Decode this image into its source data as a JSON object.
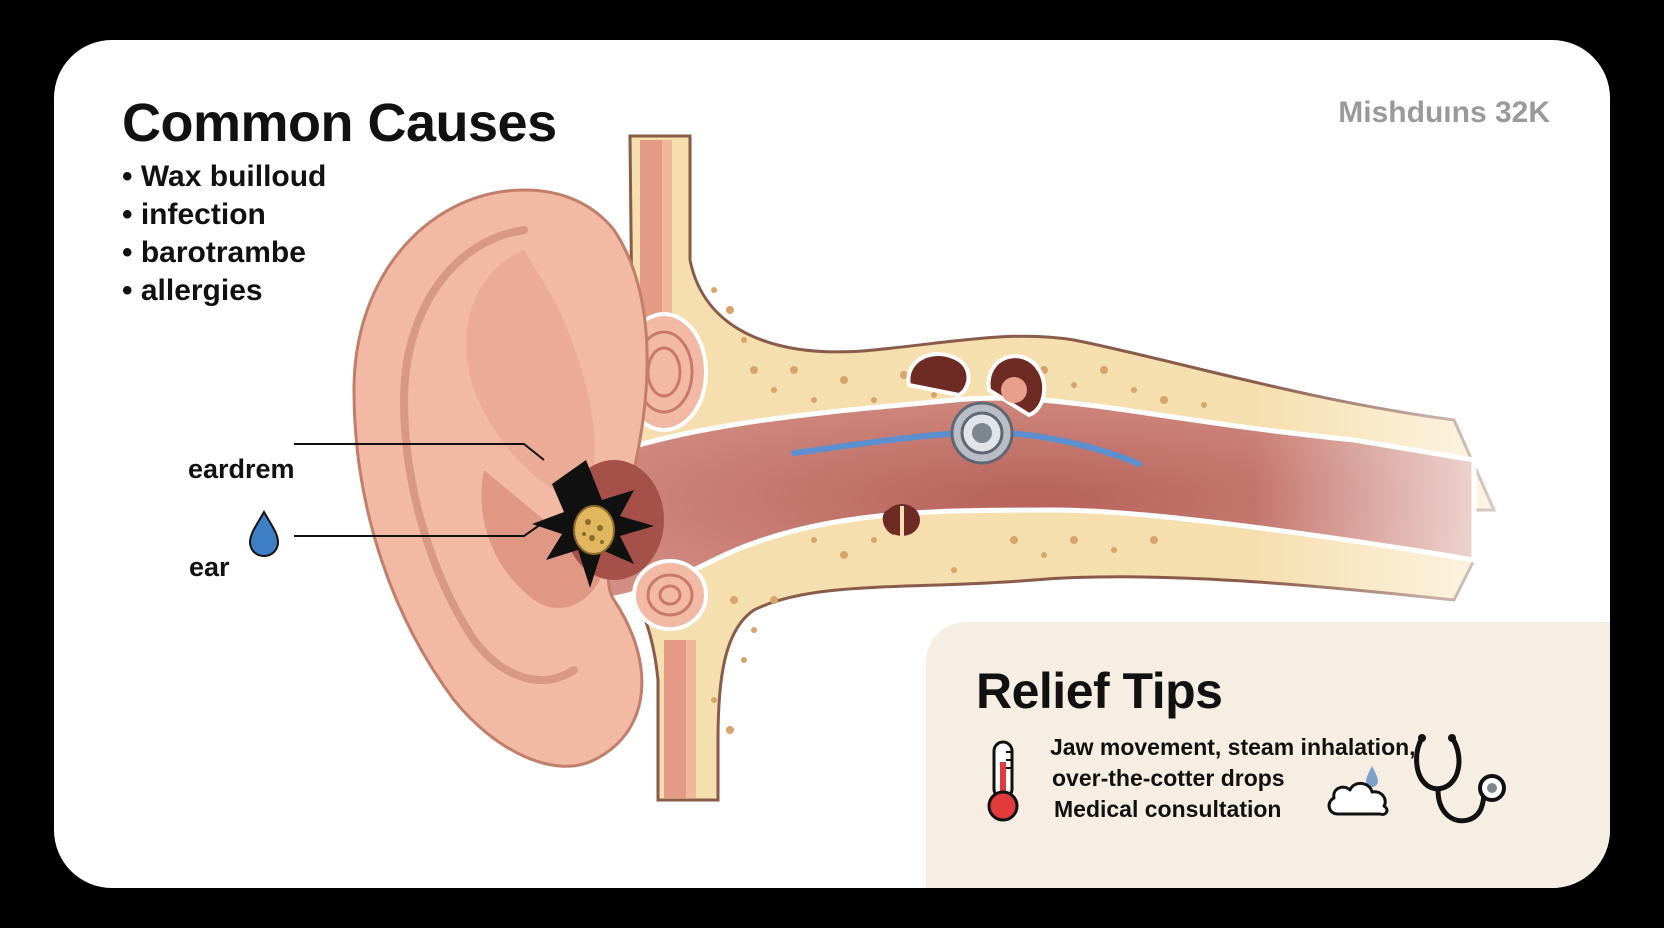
{
  "header": {
    "title": "Common Causes",
    "watermark": "Miѕhduıns 32K"
  },
  "causes": [
    "Wax builloud",
    "infection",
    "barotrambe",
    "allergies"
  ],
  "callouts": {
    "eardrum": "eardrem",
    "ear": "ear"
  },
  "relief": {
    "title": "Relief Tips",
    "tips": [
      "Jaw movement, steam inhalation,",
      "over-the-cotter drops",
      "Medical consultation"
    ]
  },
  "icons": {
    "drop": "water-drop-icon",
    "thermometer": "thermometer-icon",
    "cloud": "steam-cloud-icon",
    "stethoscope": "stethoscope-icon"
  },
  "colors": {
    "skin": "#f2b9a4",
    "bone": "#f6dfae",
    "canal": "#c9786e",
    "relief_panel": "#f6eee2",
    "nerve_blue": "#5b8fd0",
    "text": "#111111",
    "watermark": "#9a9a9a"
  }
}
